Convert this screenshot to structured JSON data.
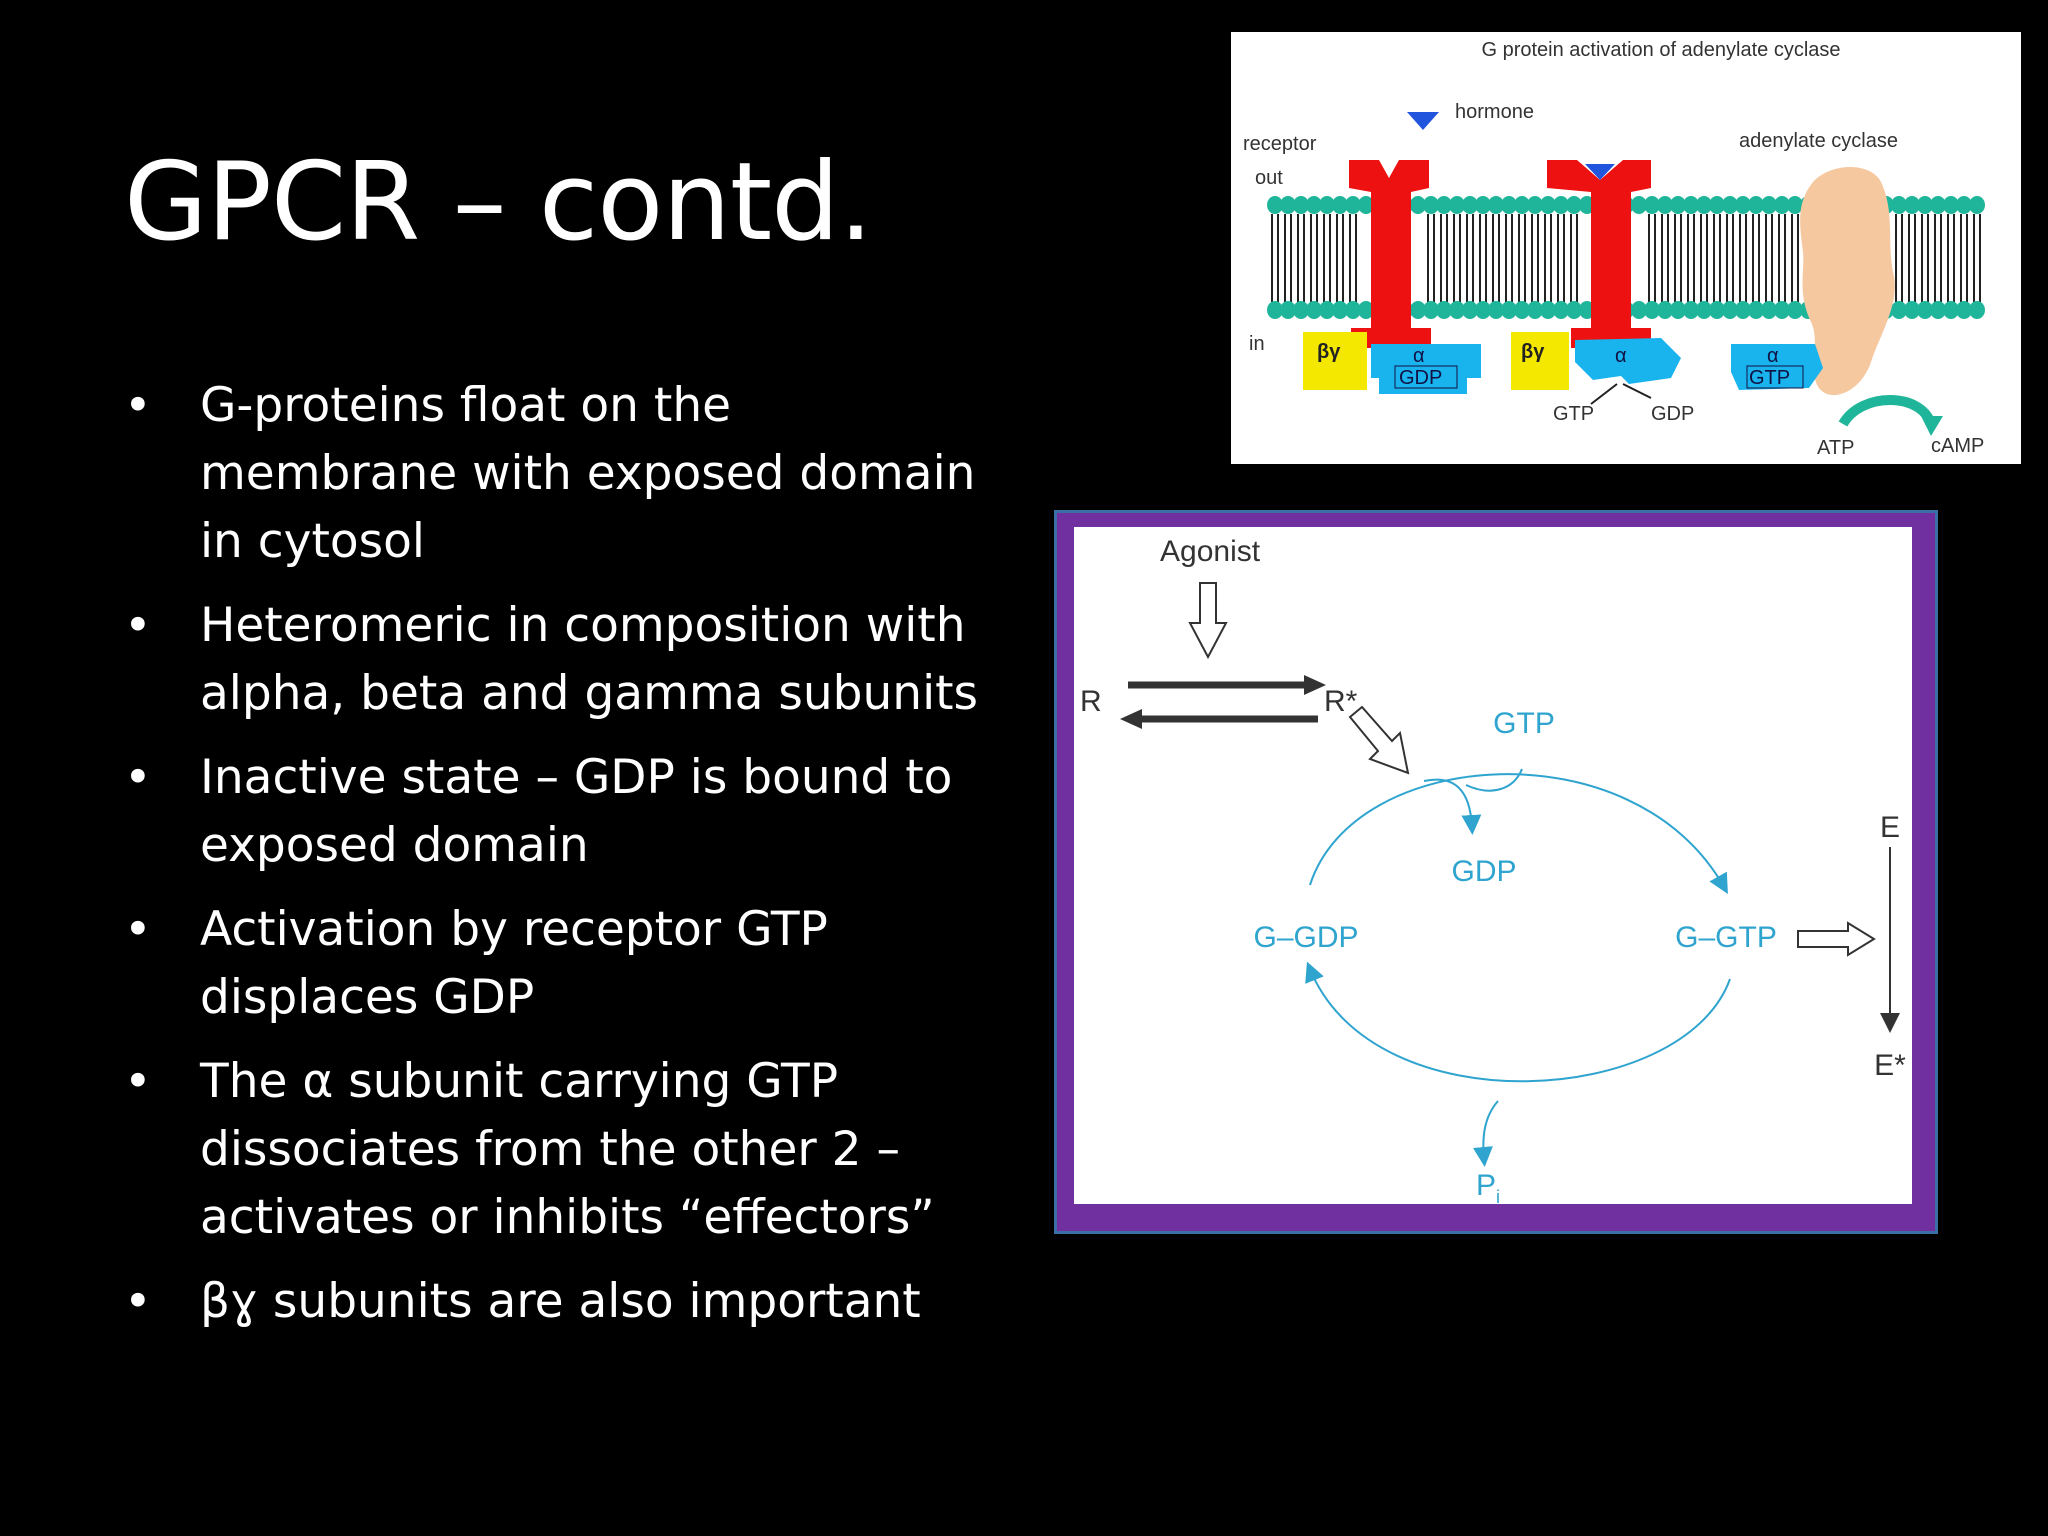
{
  "slide": {
    "title": "GPCR – contd.",
    "bullet_glyph": "•",
    "bullets": [
      "G-proteins float on the membrane with exposed domain in cytosol",
      "Heteromeric in composition with alpha, beta and gamma subunits",
      "Inactive state – GDP is bound to exposed domain",
      "Activation by receptor GTP displaces GDP",
      "The α subunit carrying GTP dissociates from the other 2 – activates or inhibits “effectors”",
      "βɣ subunits are also important"
    ]
  },
  "figure_top": {
    "title": "G protein activation of adenylate cyclase",
    "hormone": "hormone",
    "receptor": "receptor",
    "out": "out",
    "in": "in",
    "adenylate_cyclase": "adenylate cyclase",
    "beta_gamma": "βγ",
    "alpha": "α",
    "gdp": "GDP",
    "gtp": "GTP",
    "atp": "ATP",
    "camp": "cAMP",
    "colors": {
      "receptor": "#ee1111",
      "alpha": "#19b4ee",
      "beta_gamma": "#f5e800",
      "cyclase": "#f5c8a0",
      "lipid_head": "#1fb59a",
      "hormone": "#2255dd"
    }
  },
  "figure_cycle": {
    "agonist": "Agonist",
    "r": "R",
    "r_star": "R*",
    "gtp": "GTP",
    "gdp": "GDP",
    "g_gdp": "G–GDP",
    "g_gtp": "G–GTP",
    "e": "E",
    "e_star": "E*",
    "pi": "P",
    "pi_sub": "i",
    "colors": {
      "frame": "#7030a0",
      "cycle": "#2fa4cf"
    }
  }
}
